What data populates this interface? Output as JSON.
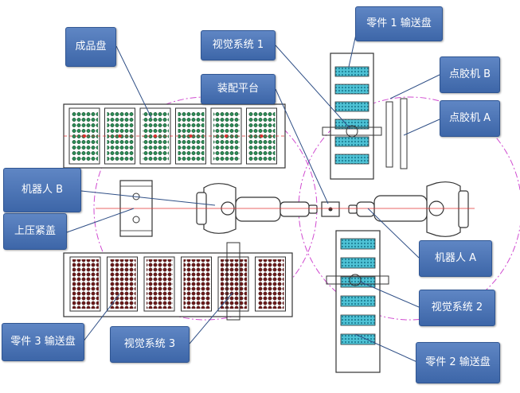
{
  "labels": {
    "finished_tray": "成品盘",
    "vision_1": "视觉系统 1",
    "assembly_platform": "装配平台",
    "part1_conveyor": "零件 1 输送盘",
    "dispenser_b": "点胶机 B",
    "dispenser_a": "点胶机 A",
    "robot_b": "机器人 B",
    "press_lid": "上压紧盖",
    "robot_a": "机器人 A",
    "vision_2": "视觉系统 2",
    "part3_conveyor": "零件 3 输送盘",
    "vision_3": "视觉系统 3",
    "part2_conveyor": "零件 2 输送盘"
  },
  "colors": {
    "label_fill": "#4a72b5",
    "label_border": "#2f5592",
    "leader_line": "#2f4f86",
    "reach_circle": "#d04ad0",
    "center_line": "#e03030",
    "tray_green": "#2e8b57",
    "tray_dark": "#6b1a1a",
    "slot_cyan": "#4fc3d6",
    "outline": "#333333"
  },
  "counts": {
    "finished_trays": 6,
    "part3_trays": 6,
    "part1_slots": 6,
    "part2_slots": 6
  }
}
